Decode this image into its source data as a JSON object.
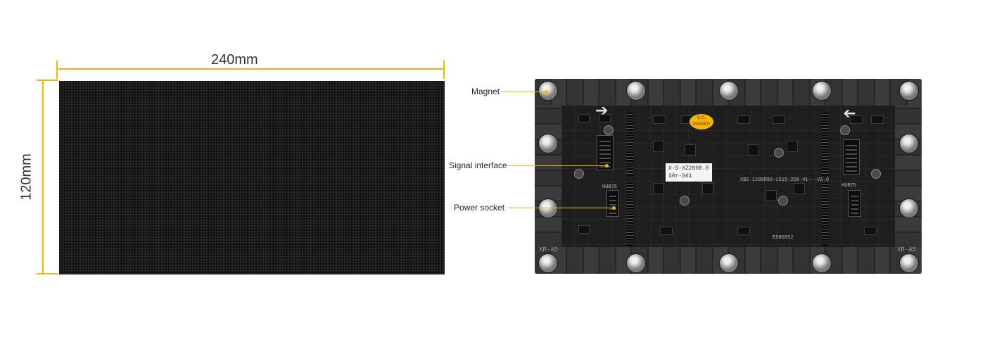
{
  "dimensions": {
    "width_label": "240mm",
    "height_label": "120mm"
  },
  "callouts": {
    "magnet": "Magnet",
    "signal_interface": "Signal interface",
    "power_socket": "Power socket"
  },
  "board_markings": {
    "sticker_line1": "X-S-XZ2000.0",
    "sticker_line2": "S0r-S61",
    "round_sticker": "Q.C. PASSED",
    "model_text": "XB2-1280D80-1515-2D8-41---V2.0",
    "left_port_text": "HUB75",
    "right_port_text": "HUB75",
    "code_text": "E506852",
    "corner_left": "XR-A5",
    "corner_right": "XR-A5"
  },
  "colors": {
    "accent": "#f2b705",
    "panel": "#141414",
    "board": "#2a2a2a"
  }
}
